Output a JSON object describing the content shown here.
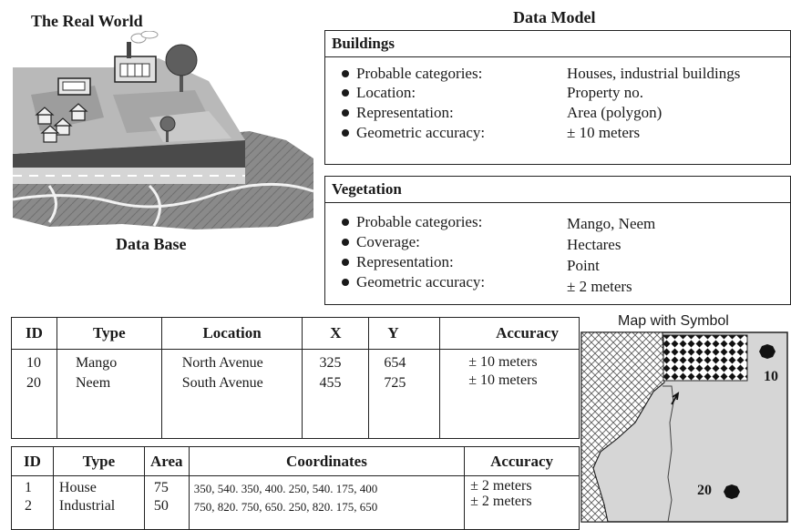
{
  "left_panel": {
    "title": "The Real World",
    "caption": "Data Base"
  },
  "data_model": {
    "title": "Data Model",
    "buildings": {
      "heading": "Buildings",
      "rows": [
        {
          "label": "Probable categories:",
          "value": "Houses, industrial buildings"
        },
        {
          "label": "Location:",
          "value": "Property no."
        },
        {
          "label": "Representation:",
          "value": "Area (polygon)"
        },
        {
          "label": "Geometric accuracy:",
          "value": "± 10 meters"
        }
      ]
    },
    "vegetation": {
      "heading": "Vegetation",
      "rows": [
        {
          "label": "Probable categories:",
          "value": "Mango, Neem"
        },
        {
          "label": "Coverage:",
          "value": "Hectares"
        },
        {
          "label": "Representation:",
          "value": "Point"
        },
        {
          "label": "Geometric accuracy:",
          "value": "± 2 meters"
        }
      ]
    }
  },
  "point_table": {
    "headers": [
      "ID",
      "Type",
      "Location",
      "X",
      "Y",
      "Accuracy"
    ],
    "rows": [
      {
        "id": "10",
        "type": "Mango",
        "location": "North Avenue",
        "x": "325",
        "y": "654",
        "accuracy": "± 10 meters"
      },
      {
        "id": "20",
        "type": "Neem",
        "location": "South Avenue",
        "x": "455",
        "y": "725",
        "accuracy": "± 10 meters"
      }
    ]
  },
  "area_table": {
    "headers": [
      "ID",
      "Type",
      "Area",
      "Coordinates",
      "Accuracy"
    ],
    "rows": [
      {
        "id": "1",
        "type": "House",
        "area": "75",
        "coordinates": "350, 540. 350, 400. 250, 540. 175, 400",
        "accuracy": "± 2 meters"
      },
      {
        "id": "2",
        "type": "Industrial",
        "area": "50",
        "coordinates": "750, 820. 750, 650. 250, 820. 175, 650",
        "accuracy": "± 2 meters"
      }
    ]
  },
  "map": {
    "title": "Map with Symbol",
    "labels": [
      "10",
      "20"
    ]
  }
}
